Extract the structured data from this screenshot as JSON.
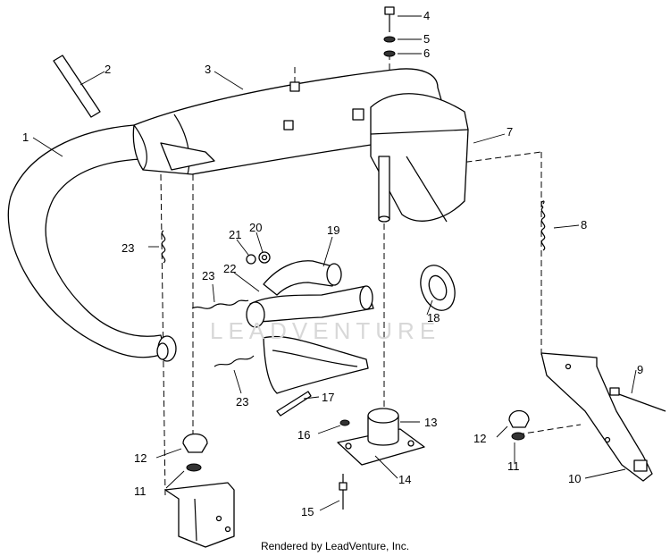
{
  "watermark": "LEADVENTURE",
  "credit": "Rendered by LeadVenture, Inc.",
  "callouts": [
    "1",
    "2",
    "3",
    "4",
    "5",
    "6",
    "7",
    "8",
    "9",
    "10",
    "11",
    "11",
    "12",
    "12",
    "13",
    "14",
    "15",
    "16",
    "17",
    "18",
    "19",
    "20",
    "21",
    "22",
    "23",
    "23",
    "23"
  ]
}
